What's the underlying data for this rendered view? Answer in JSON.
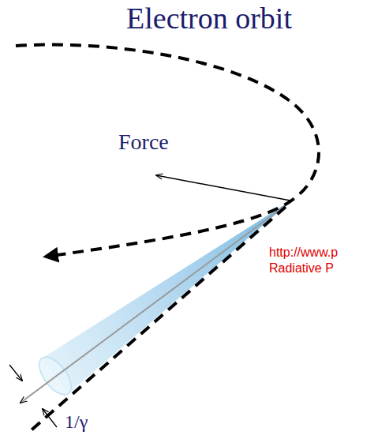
{
  "diagram": {
    "labels": [
      "Electron orbit",
      "Force",
      "http://www.p",
      "Radiative P",
      "1/γ"
    ]
  }
}
